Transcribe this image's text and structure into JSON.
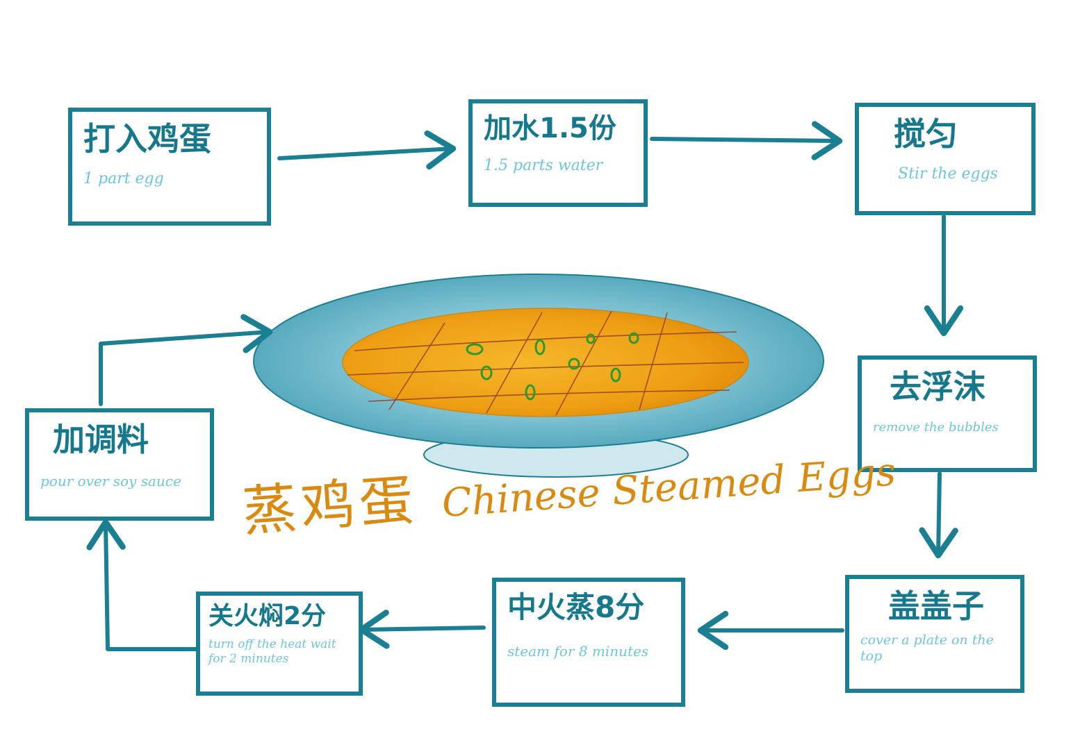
{
  "colors": {
    "box_border": "#1b7f92",
    "arrow": "#1b7f92",
    "zh_text": "#16788c",
    "en_text": "#6cc6df",
    "title": "#d98a0f",
    "plate": "#5fb3c6",
    "egg": "#f2a81e",
    "scallion": "#3aa83a"
  },
  "title": {
    "zh": "蒸鸡蛋",
    "en": "Chinese Steamed Eggs"
  },
  "steps": [
    {
      "zh": "打入鸡蛋",
      "en": "1 part egg"
    },
    {
      "zh": "加水1.5份",
      "en": "1.5 parts water"
    },
    {
      "zh": "搅匀",
      "en": "Stir the eggs"
    },
    {
      "zh": "去浮沫",
      "en": "remove the bubbles"
    },
    {
      "zh": "盖盖子",
      "en": "cover a plate on the top"
    },
    {
      "zh": "中火蒸8分",
      "en": "steam for 8 minutes"
    },
    {
      "zh": "关火焖2分",
      "en": "turn off the heat wait for 2 minutes"
    },
    {
      "zh": "加调料",
      "en": "pour over soy sauce"
    }
  ]
}
